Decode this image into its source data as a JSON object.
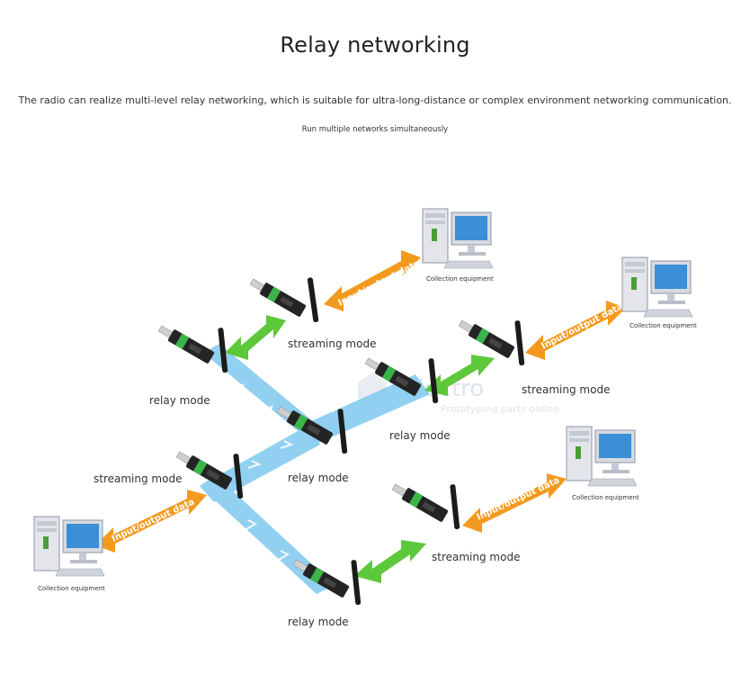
{
  "page": {
    "title": "Relay networking",
    "description": "The radio can realize multi-level relay networking, which is suitable for ultra-long-distance or complex environment networking communication.",
    "subtitle": "Run multiple networks simultaneously"
  },
  "watermark": {
    "brand": "Electro",
    "tagline": "Prototyping parts online"
  },
  "labels": {
    "streaming_mode": "streaming mode",
    "relay_mode": "relay mode",
    "collection_equipment": "Collection equipment",
    "input_output_data": "Input/output data"
  },
  "colors": {
    "relay_path": "#7ec8ee",
    "green_arrow": "#5cc83a",
    "orange_arrow": "#f39a1e",
    "device_body": "#222222",
    "device_accent": "#3bb54a"
  }
}
